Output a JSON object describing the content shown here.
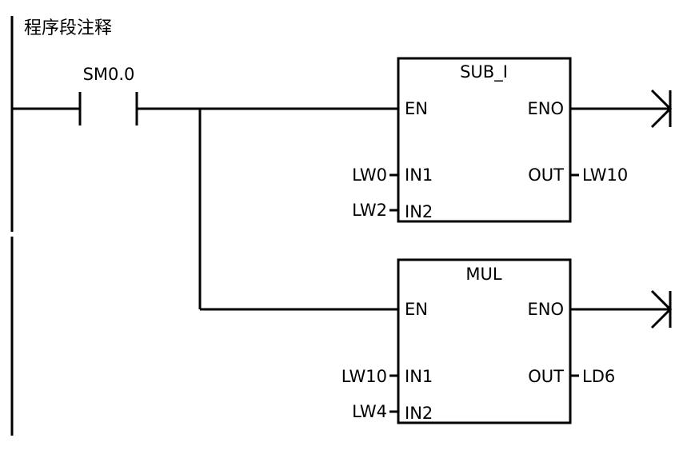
{
  "network": {
    "comment": "程序段注释",
    "contact": {
      "label": "SM0.0"
    },
    "blocks": [
      {
        "title": "SUB_I",
        "en": "EN",
        "eno": "ENO",
        "in1": "IN1",
        "in2": "IN2",
        "out": "OUT",
        "in1_operand": "LW0",
        "in2_operand": "LW2",
        "out_operand": "LW10"
      },
      {
        "title": "MUL",
        "en": "EN",
        "eno": "ENO",
        "in1": "IN1",
        "in2": "IN2",
        "out": "OUT",
        "in1_operand": "LW10",
        "in2_operand": "LW4",
        "out_operand": "LD6"
      }
    ]
  }
}
